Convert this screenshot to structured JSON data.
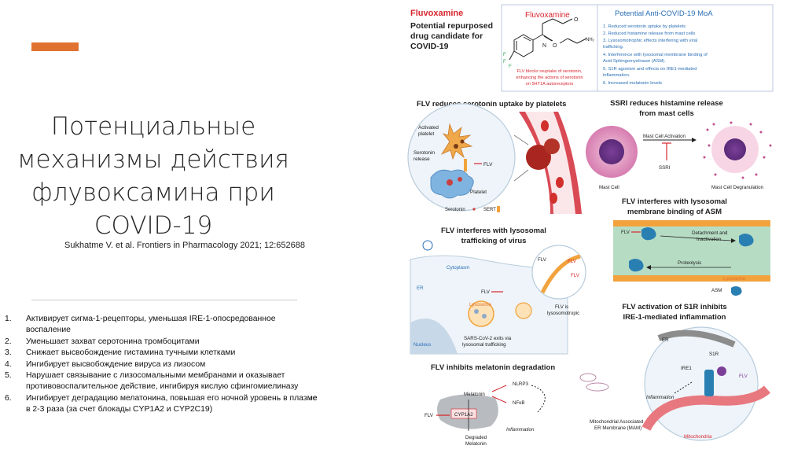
{
  "slide": {
    "title_lines": [
      "Потенциальные",
      "механизмы действия",
      "флувоксамина при",
      "COVID-19"
    ],
    "citation": "Sukhatme V. et al. Frontiers in Pharmacology 2021; 12:652688",
    "accent_color": "#e0722f"
  },
  "mechanisms": [
    {
      "num": "1.",
      "text": "Активирует сигма-1-рецепторы, уменьшая IRE-1-опосредованное воспаление"
    },
    {
      "num": "2.",
      "text": "Уменьшает захват серотонина тромбоцитами"
    },
    {
      "num": "3.",
      "text": "Снижает высвобождение гистамина тучными клетками"
    },
    {
      "num": "4.",
      "text": "Ингибирует высвобождение вируса из лизосом"
    },
    {
      "num": "5.",
      "text": "Нарушает связывание с лизосомальными мембранами и оказывает противовоспалительное действие, ингибируя кислую сфингомиелиназу"
    },
    {
      "num": "6.",
      "text": "Ингибирует деградацию мелатонина, повышая его ночной уровень в плазме в 2-3 раза (за счет блокады CYP1A2 и CYP2C19)"
    }
  ],
  "figure": {
    "header": {
      "drug_name": "Fluvoxamine",
      "subtitle_lines": [
        "Potential repurposed",
        "drug candidate for",
        "COVID-19"
      ],
      "structure_title": "Fluvoxamine",
      "flv_note_lines": [
        "FLV blocks reuptake of serotonin,",
        "enhancing the actions of serotonin",
        "on 5HT1A autoreceptors"
      ],
      "moa_title": "Potential Anti-COVID-19 MoA",
      "moa_lines": [
        "1. Reduced serotonin uptake by platelets",
        "2. Reduced histamine release from mast cells",
        "3. Lysosomotrophic effects interfering with viral",
        "    trafficking.",
        "4. Interference with lysosomal membrane binding of",
        "    Acid Sphingomyelinase (ASM).",
        "5. S1R agonism and effects on IRE1-mediated",
        "    inflammation.",
        "6. Increased melatonin levels"
      ],
      "chem_labels": {
        "o": "O",
        "n": "N",
        "nh2": "NH₂",
        "f1": "F",
        "f2": "F",
        "f3": "F"
      }
    },
    "platelet_panel": {
      "title": "FLV reduces serotonin uptake by platelets",
      "activated_platelet": [
        "Activated",
        "platelet"
      ],
      "serotonin_release": [
        "Serotonin",
        "release"
      ],
      "flv": "FLV",
      "platelet": "Platelet",
      "legend_serotonin": "Serotonin",
      "legend_sert": "SERT"
    },
    "mast_panel": {
      "title_lines": [
        "SSRI reduces histamine release",
        "from mast cells"
      ],
      "activation": "Mast Cell Activation",
      "ssri": "SSRI",
      "mast_cell": "Mast Cell",
      "degranulation": "Mast Cell Degranulation"
    },
    "asm_panel": {
      "title_lines": [
        "FLV interferes with lysosomal",
        "membrane binding of ASM"
      ],
      "flv": "FLV",
      "detachment": [
        "Detachment and",
        "Inactivation"
      ],
      "proteolysis": "Proteolysis",
      "lysosome": "Lysosome",
      "asm": "ASM"
    },
    "trafficking_panel": {
      "title_lines": [
        "FLV interferes with lysosomal",
        "trafficking of virus"
      ],
      "cytoplasm": "Cytoplasm",
      "er": "ER",
      "flv": "FLV",
      "lysosome": "Lysosome",
      "nucleus": "Nucleus",
      "exit": [
        "SARS-CoV-2 exits via",
        "lysosomal trafficking"
      ],
      "lysosomotropic": [
        "FLV is",
        "lysosomotropic"
      ]
    },
    "s1r_panel": {
      "title_lines": [
        "FLV activation of S1R inhibits",
        "IRE-1-mediated inflammation"
      ],
      "er": "ER",
      "ire1": "IRE1",
      "s1r": "S1R",
      "flv": "FLV",
      "inflammation": "Inflammation",
      "mam": [
        "Mitochondrial Associated",
        "ER Membrane (MAM)"
      ],
      "mitochondria": "Mitochondria"
    },
    "melatonin_panel": {
      "title": "FLV inhibits melatonin degradation",
      "melatonin": "Melatonin",
      "nlrp3": "NLRP3",
      "nfkb": "NFκB",
      "flv": "FLV",
      "cyp": "CYP1A2",
      "inflammation": "Inflammation",
      "degraded": [
        "Degraded",
        "Melatonin"
      ]
    },
    "colors": {
      "red": "#d8262e",
      "blue_title": "#2b6fb5",
      "dark": "#222222",
      "vessel": "#d94a55",
      "mast": "#c14d8f",
      "green_panel": "#b6dcc4",
      "lysosome": "#f2a33d",
      "asm_blue": "#2a7fb2"
    }
  }
}
